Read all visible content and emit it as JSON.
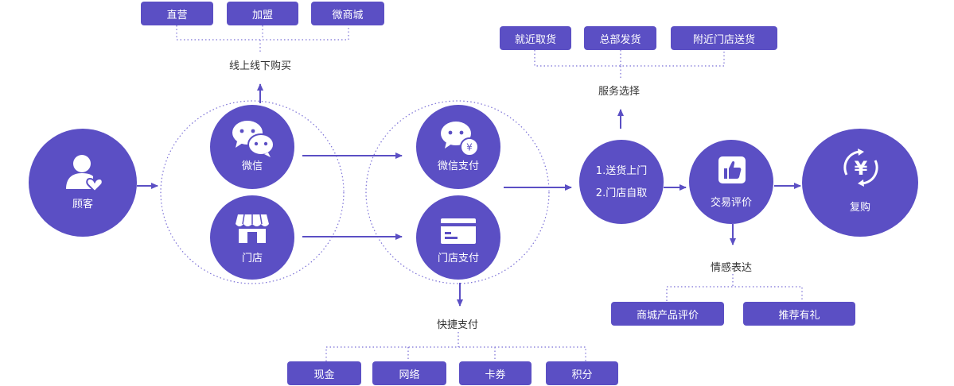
{
  "colors": {
    "primary": "#5b4fc4",
    "dotted": "#7b70d6"
  },
  "customer": {
    "label": "顾客",
    "icon": "person-heart-icon"
  },
  "channels": [
    {
      "label": "微信",
      "icon": "wechat-icon"
    },
    {
      "label": "门店",
      "icon": "store-icon"
    }
  ],
  "purchase": {
    "caption": "线上线下购买",
    "options": [
      "直营",
      "加盟",
      "微商城"
    ]
  },
  "payments": [
    {
      "label": "微信支付",
      "icon": "wechat-pay-icon"
    },
    {
      "label": "门店支付",
      "icon": "card-icon"
    }
  ],
  "quickpay": {
    "caption": "快捷支付",
    "options": [
      "现金",
      "网络",
      "卡券",
      "积分"
    ]
  },
  "delivery": {
    "line1": "1.送货上门",
    "line2": "2.门店自取"
  },
  "service": {
    "caption": "服务选择",
    "options": [
      "就近取货",
      "总部发货",
      "附近门店送货"
    ]
  },
  "review": {
    "label": "交易评价",
    "icon": "thumbs-up-icon"
  },
  "emotion": {
    "caption": "情感表达",
    "options": [
      "商城产品评价",
      "推荐有礼"
    ]
  },
  "repurchase": {
    "label": "复购",
    "icon": "yuan-cycle-icon"
  }
}
